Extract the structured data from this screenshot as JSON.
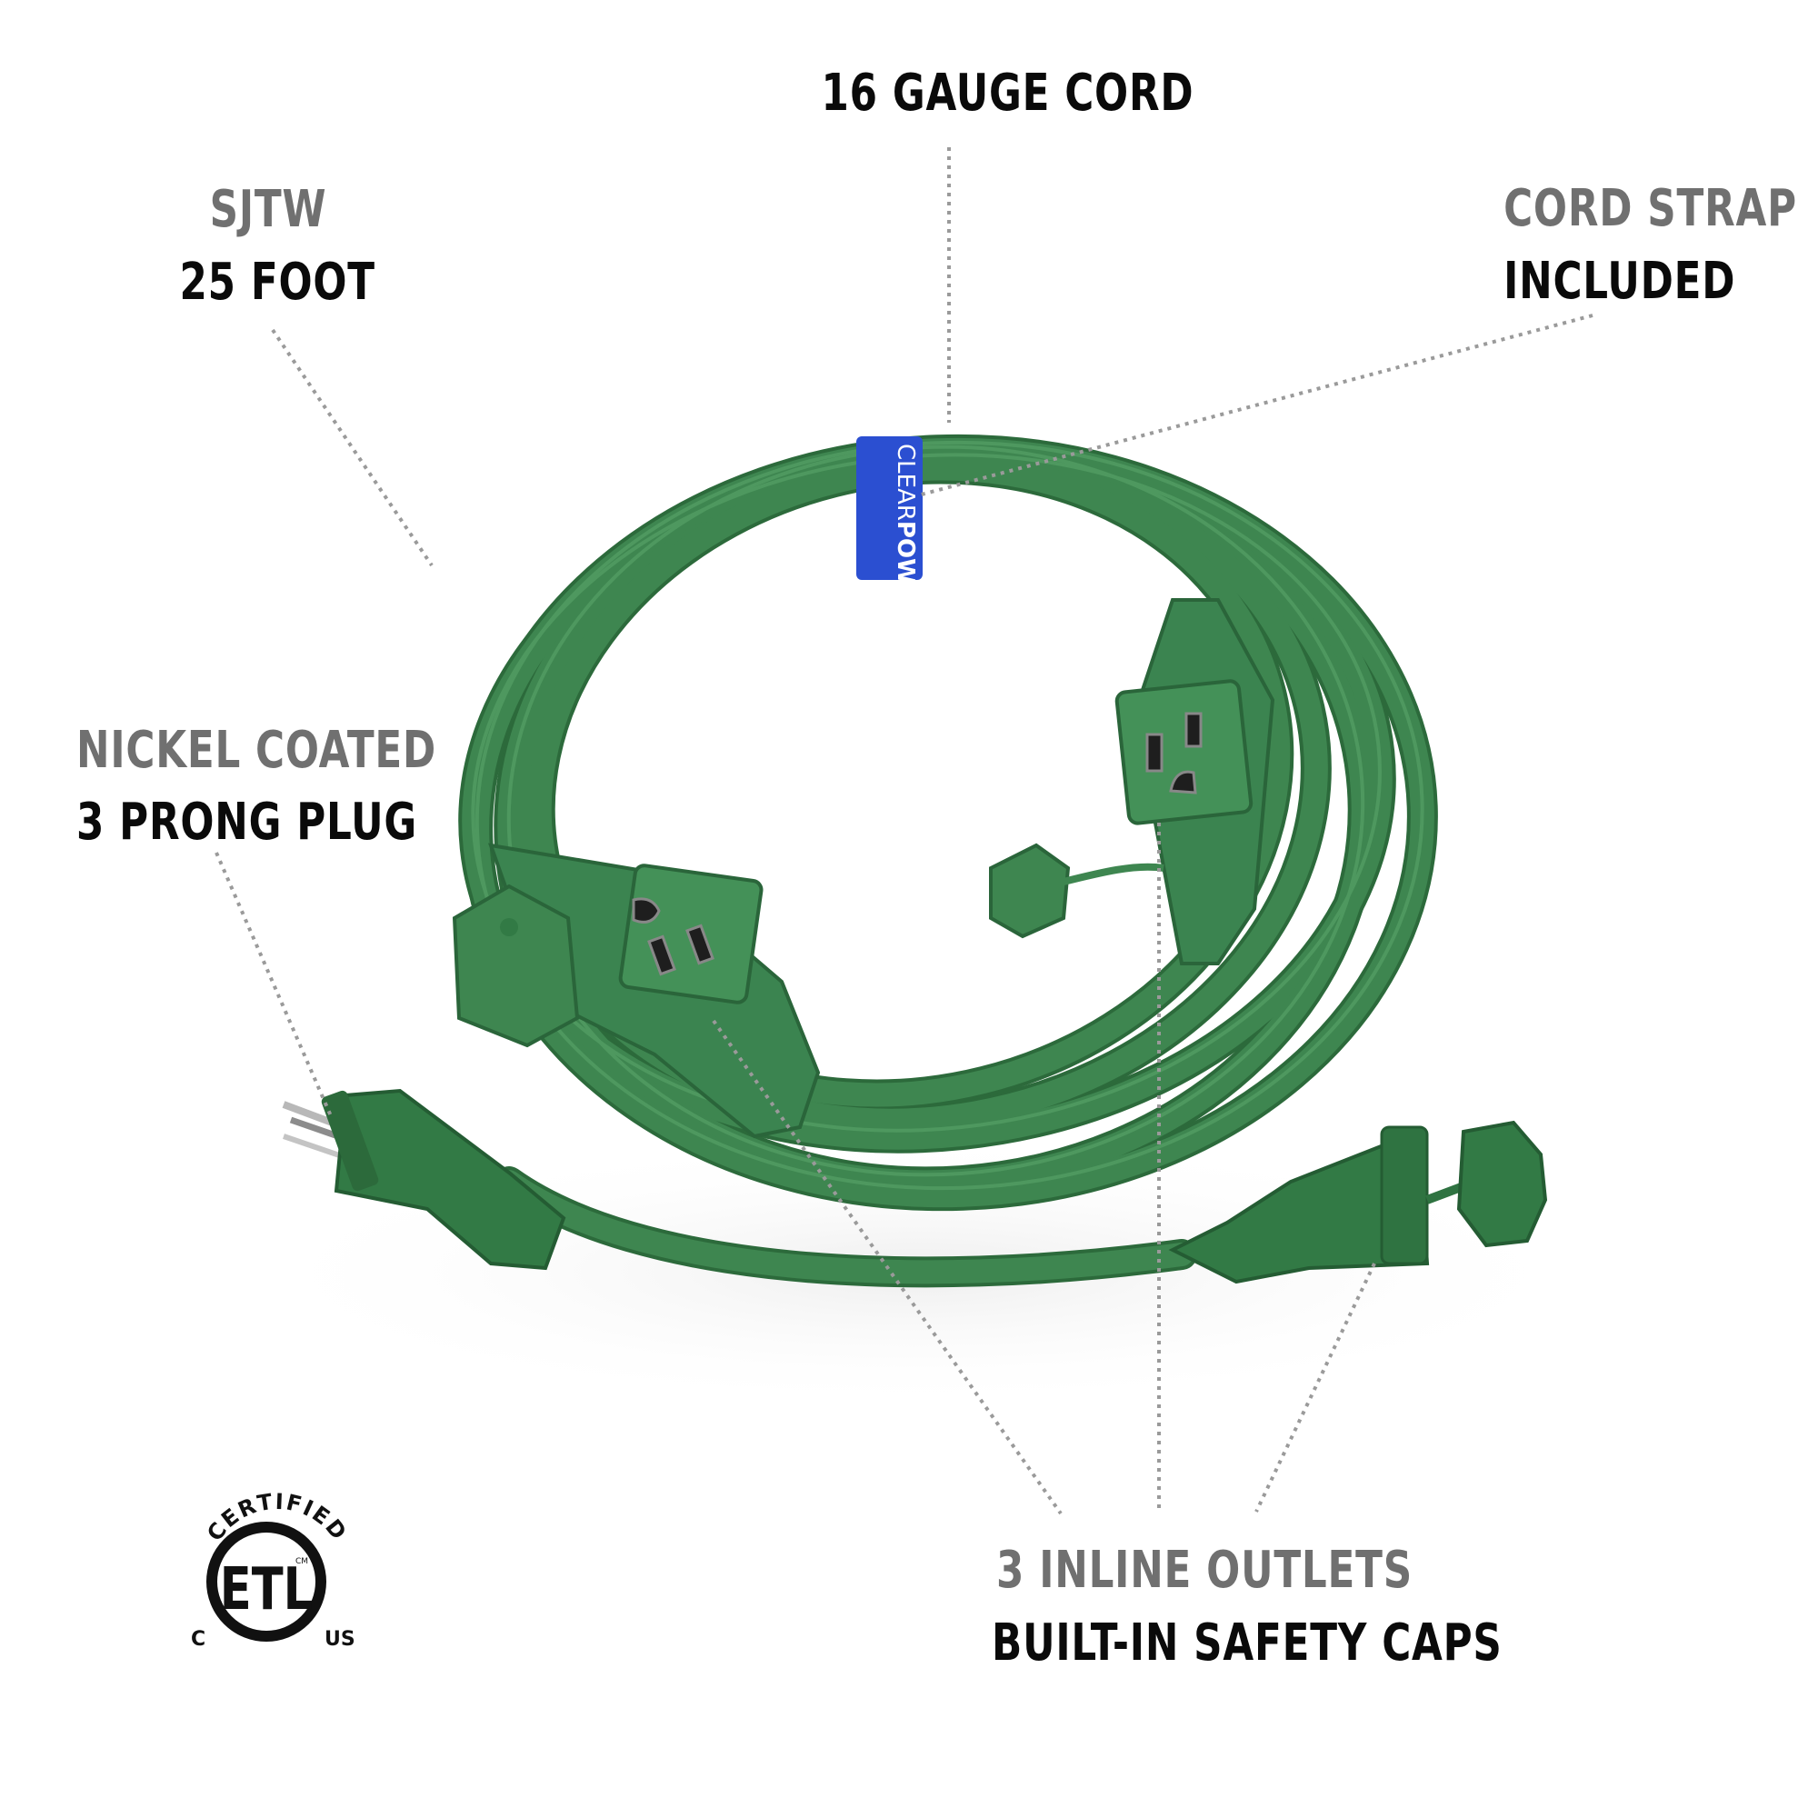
{
  "callouts": {
    "gauge": {
      "line1": "16 Gauge Cord"
    },
    "length": {
      "line1": "SJTW",
      "line2": "25 Foot"
    },
    "strap": {
      "line1": "Cord Strap",
      "line2": "Included"
    },
    "plug": {
      "line1": "Nickel Coated",
      "line2": "3 Prong Plug"
    },
    "outlets": {
      "line1": "3 Inline Outlets",
      "line2": "Built-In Safety Caps"
    }
  },
  "product": {
    "strap_brand": "CLEARPOWER",
    "strap_brand_light": "CLEAR",
    "strap_brand_bold": "POWER",
    "cord_color": "#3e8650",
    "cord_color_dark": "#2c6a3b",
    "strap_color": "#2b4fd1"
  },
  "certification": {
    "arc_text": "CERTIFIED",
    "mark": "ETL",
    "left": "C",
    "right": "US",
    "superscript": "CM"
  },
  "colors": {
    "primary_text": "#0a0a0a",
    "secondary_text": "#707070",
    "leader_line": "#9a9a9a"
  }
}
